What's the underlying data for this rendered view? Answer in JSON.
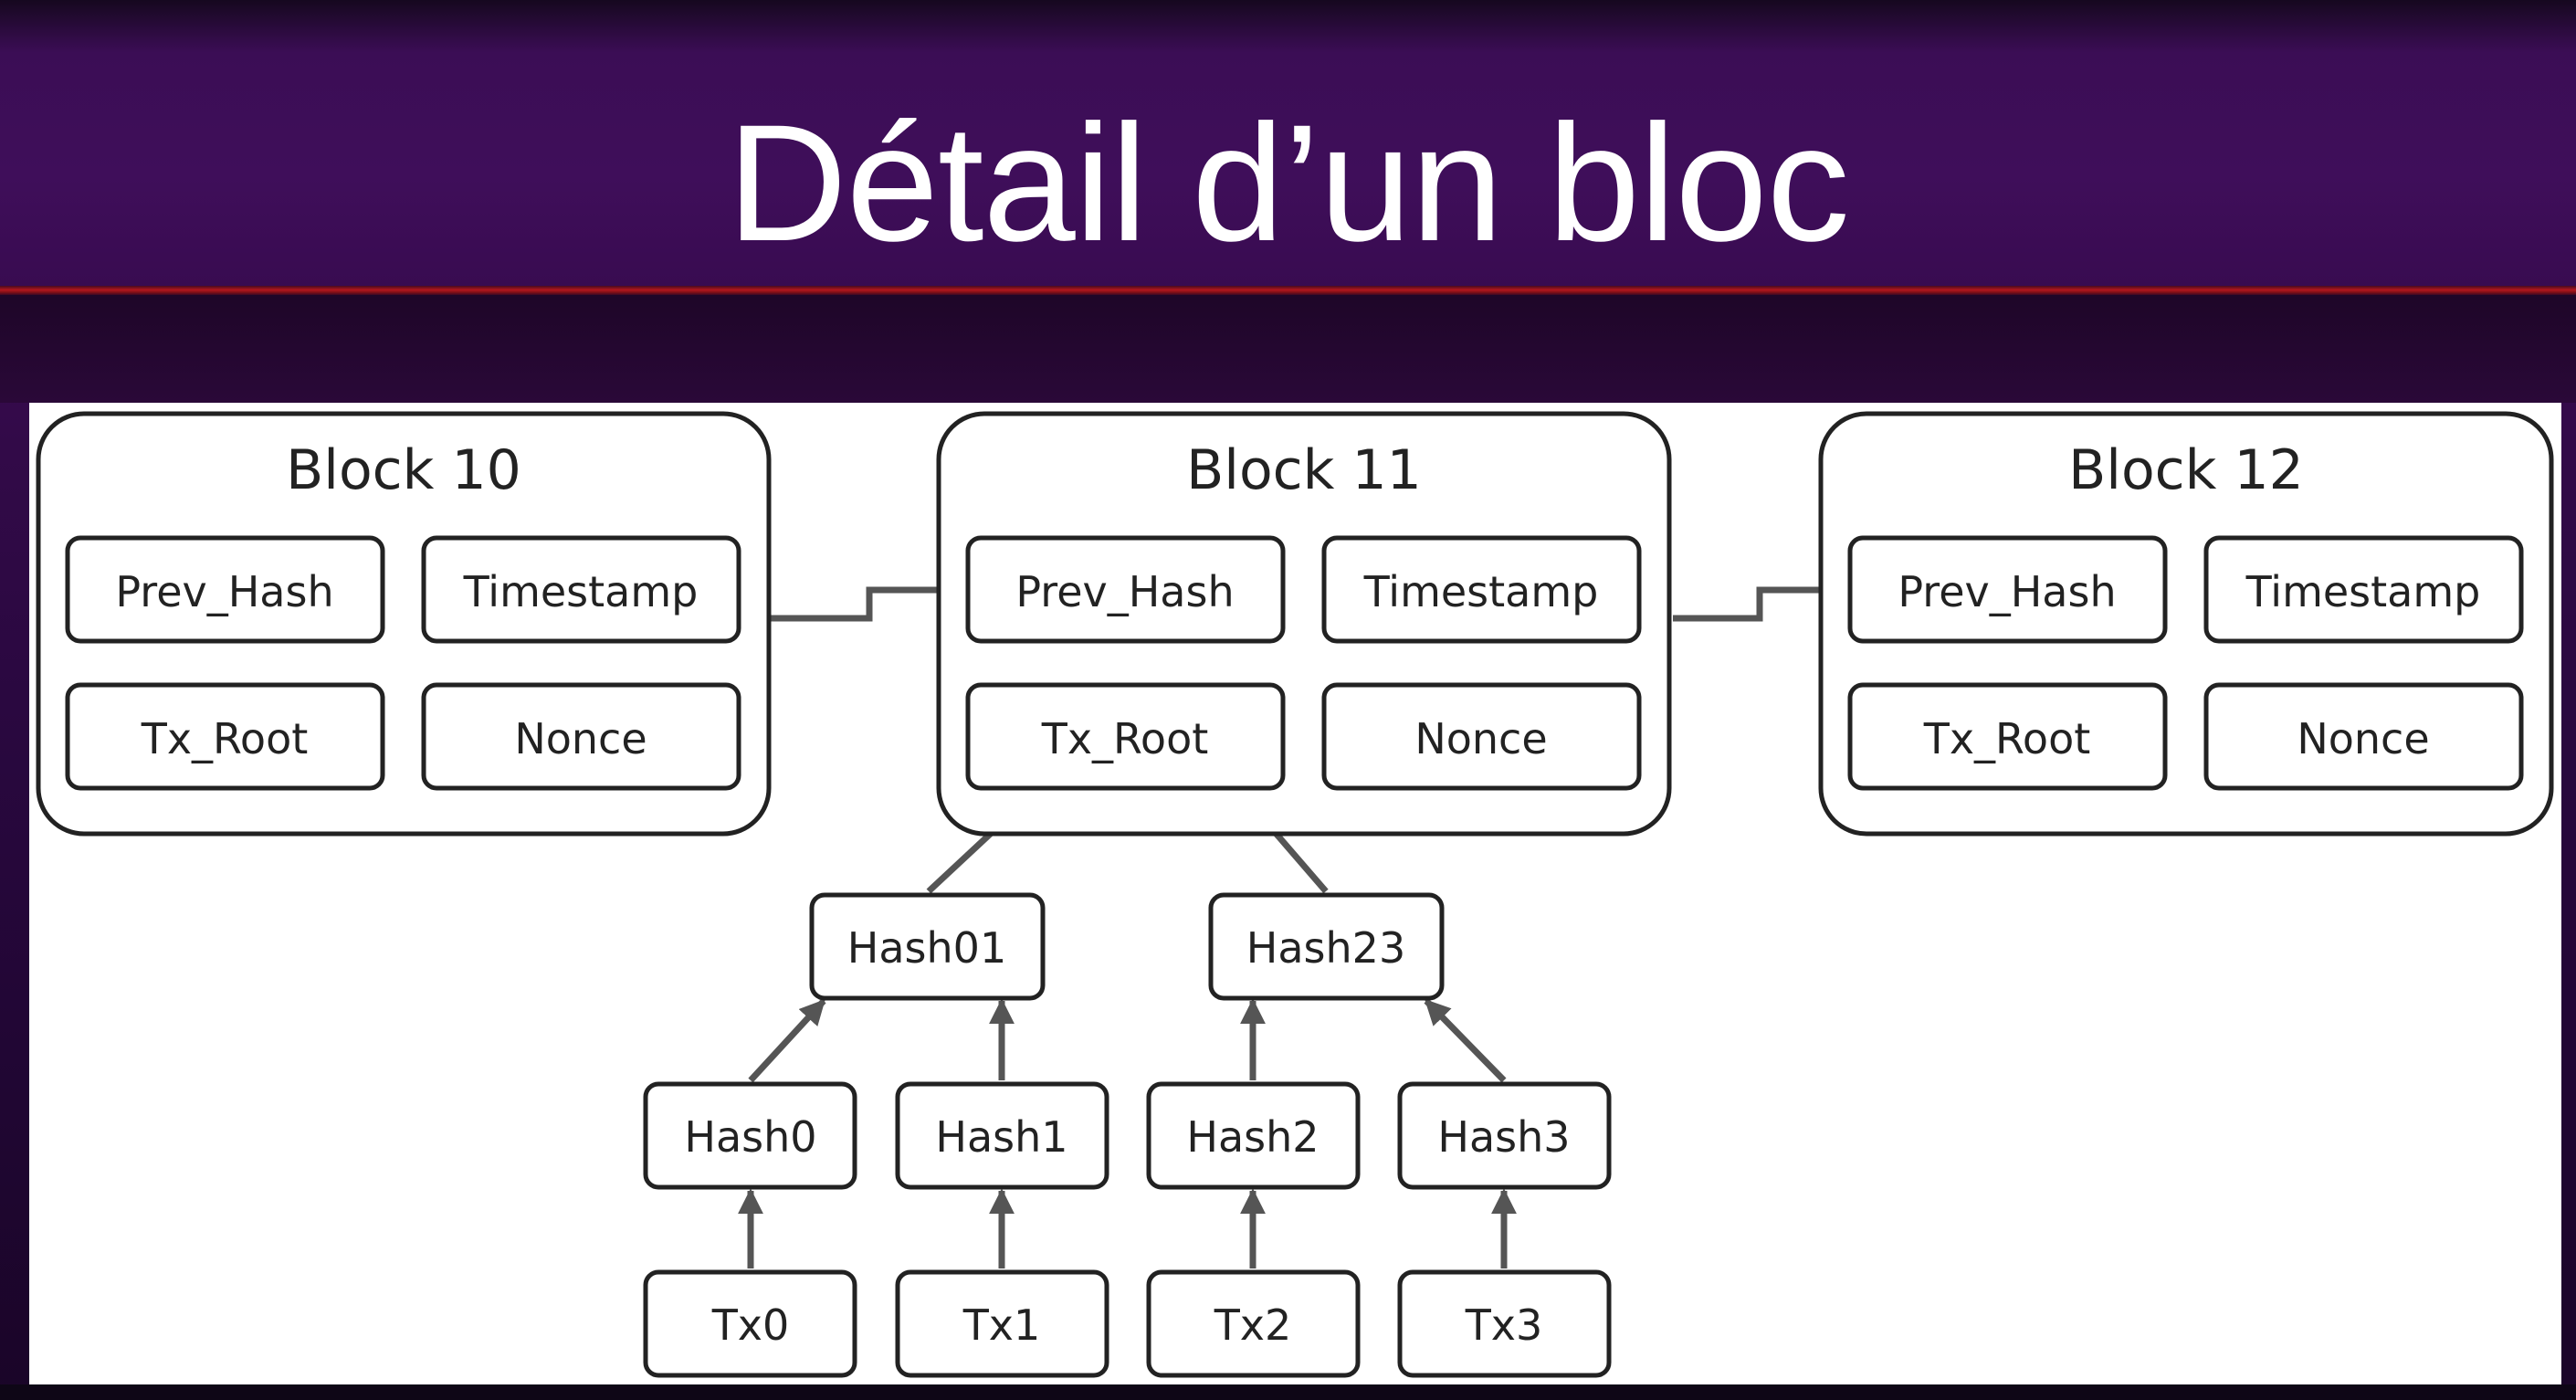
{
  "slide": {
    "title": "Détail d’un bloc"
  },
  "colors": {
    "background": "#2e0a42",
    "rule": "#c01818",
    "panel": "#ffffff",
    "stroke": "#222222",
    "arrow": "#555555"
  },
  "blocks": [
    {
      "title": "Block 10",
      "fields": [
        "Prev_Hash",
        "Timestamp",
        "Tx_Root",
        "Nonce"
      ]
    },
    {
      "title": "Block 11",
      "fields": [
        "Prev_Hash",
        "Timestamp",
        "Tx_Root",
        "Nonce"
      ]
    },
    {
      "title": "Block 12",
      "fields": [
        "Prev_Hash",
        "Timestamp",
        "Tx_Root",
        "Nonce"
      ]
    }
  ],
  "merkle": {
    "level1": [
      "Hash01",
      "Hash23"
    ],
    "level2": [
      "Hash0",
      "Hash1",
      "Hash2",
      "Hash3"
    ],
    "transactions": [
      "Tx0",
      "Tx1",
      "Tx2",
      "Tx3"
    ]
  }
}
